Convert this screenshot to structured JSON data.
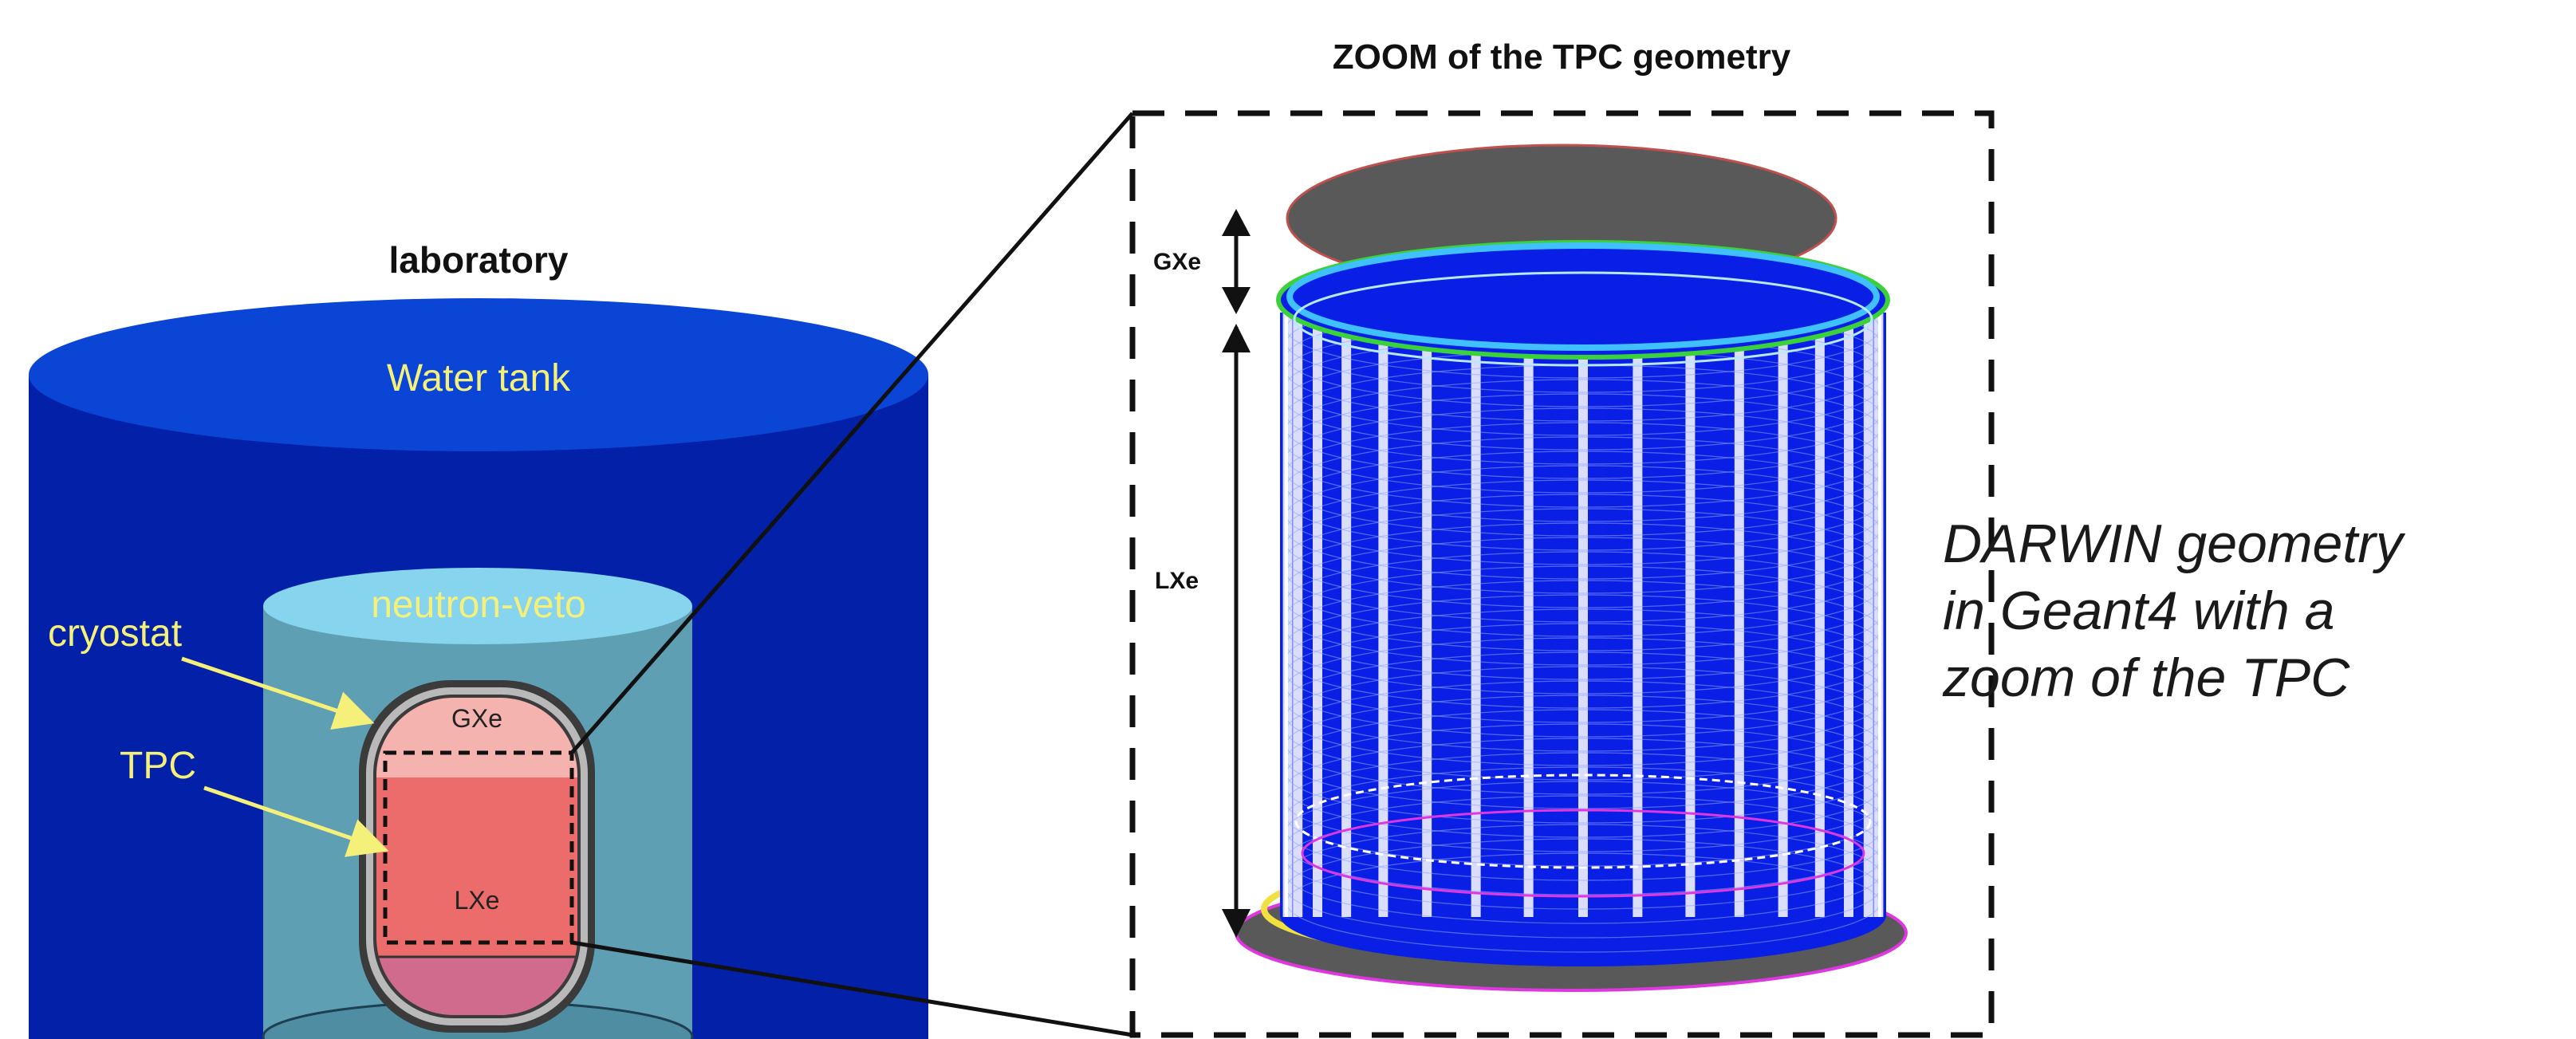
{
  "left_panel": {
    "title": "laboratory",
    "water_tank": "Water tank",
    "neutron_veto": "neutron-veto",
    "cryostat": "cryostat",
    "tpc": "TPC",
    "gxe": "GXe",
    "lxe": "LXe"
  },
  "zoom_panel": {
    "title": "ZOOM of the TPC geometry",
    "gxe": "GXe",
    "lxe": "LXe"
  },
  "caption": {
    "line1": "DARWIN geometry",
    "line2": "in Geant4 with a",
    "line3": "zoom of the TPC"
  },
  "colors": {
    "water_dark": "#0320a8",
    "water_top": "#0a45d6",
    "veto_body": "#5f9fb4",
    "veto_top": "#86d4ee",
    "label_yellow": "#f5f07a",
    "gxe_fill": "#f5b3b0",
    "lxe_fill": "#ec6b6b",
    "tpc_blue": "#0a1fe6",
    "flange_gray": "#5a5a5a"
  }
}
